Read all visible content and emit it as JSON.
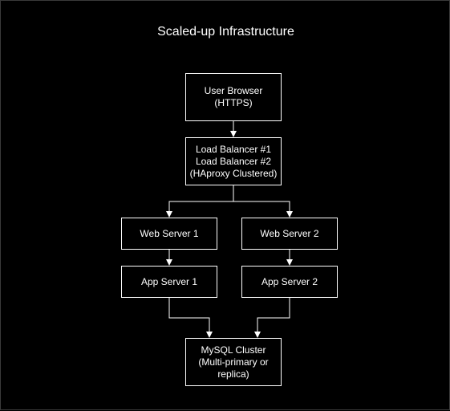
{
  "diagram": {
    "title": "Scaled-up Infrastructure",
    "nodes": {
      "user_browser": {
        "lines": [
          "User Browser",
          "(HTTPS)"
        ]
      },
      "load_balancer": {
        "lines": [
          "Load Balancer #1",
          "Load Balancer #2",
          "(HAproxy Clustered)"
        ]
      },
      "web_server_1": {
        "lines": [
          "Web Server 1"
        ]
      },
      "web_server_2": {
        "lines": [
          "Web Server 2"
        ]
      },
      "app_server_1": {
        "lines": [
          "App Server 1"
        ]
      },
      "app_server_2": {
        "lines": [
          "App Server 2"
        ]
      },
      "mysql_cluster": {
        "lines": [
          "MySQL Cluster",
          "(Multi-primary or",
          "replica)"
        ]
      }
    },
    "edges": [
      {
        "from": "user_browser",
        "to": "load_balancer"
      },
      {
        "from": "load_balancer",
        "to": "web_server_1"
      },
      {
        "from": "load_balancer",
        "to": "web_server_2"
      },
      {
        "from": "web_server_1",
        "to": "app_server_1"
      },
      {
        "from": "web_server_2",
        "to": "app_server_2"
      },
      {
        "from": "app_server_1",
        "to": "mysql_cluster"
      },
      {
        "from": "app_server_2",
        "to": "mysql_cluster"
      }
    ],
    "colors": {
      "background": "#000000",
      "stroke": "#ffffff",
      "text": "#ffffff"
    }
  }
}
